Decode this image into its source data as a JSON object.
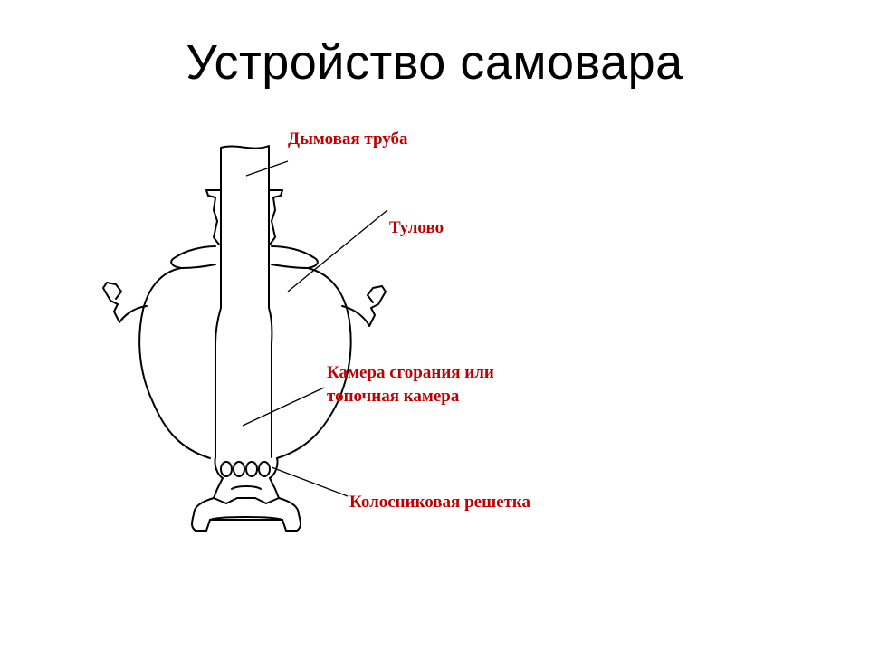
{
  "slide": {
    "title": "Устройство самовара"
  },
  "labels": {
    "chimney": "Дымовая труба",
    "body": "Тулово",
    "chamber_line1": "Камера сгорания или",
    "chamber_line2": "топочная камера",
    "grate": "Колосниковая решетка"
  },
  "colors": {
    "label": "#c00000",
    "drawing": "#000000",
    "background": "#ffffff"
  }
}
